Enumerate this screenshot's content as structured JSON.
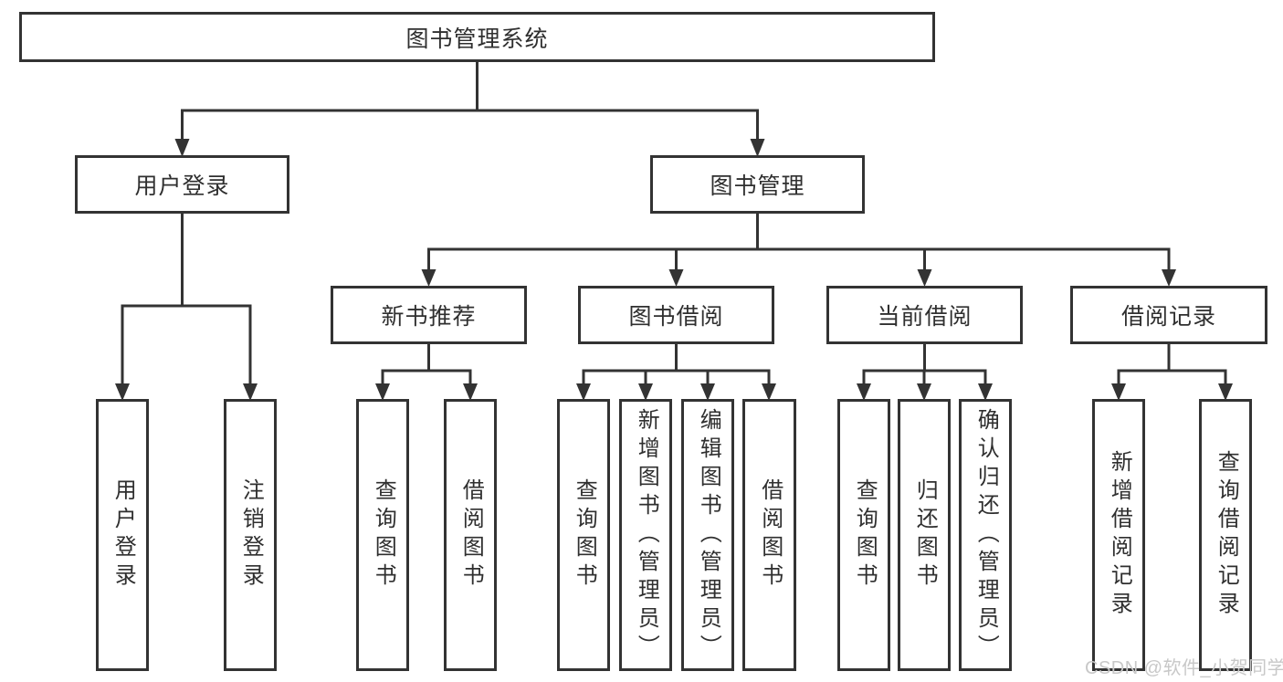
{
  "diagram": {
    "title": "图书管理系统",
    "branches": {
      "user_login": {
        "label": "用户登录",
        "children": {
          "login": "用户登录",
          "logout": "注销登录"
        }
      },
      "book_mgmt": {
        "label": "图书管理",
        "sections": {
          "new_book": {
            "label": "新书推荐",
            "children": {
              "query": "查询图书",
              "borrow": "借阅图书"
            }
          },
          "borrow": {
            "label": "图书借阅",
            "children": {
              "query": "查询图书",
              "add": "新增图书（管理员）",
              "edit": "编辑图书（管理员）",
              "borrow": "借阅图书"
            }
          },
          "current": {
            "label": "当前借阅",
            "children": {
              "query": "查询图书",
              "return": "归还图书",
              "confirm": "确认归还（管理员）"
            }
          },
          "records": {
            "label": "借阅记录",
            "children": {
              "add": "新增借阅记录",
              "query": "查询借阅记录"
            }
          }
        }
      }
    }
  },
  "watermark": "CSDN @软件_小贺同学",
  "colors": {
    "line": "#333333",
    "text": "#2f2f2f",
    "box_background": "#ffffff",
    "page_background": "#ffffff",
    "watermark": "#c8c8c8"
  }
}
